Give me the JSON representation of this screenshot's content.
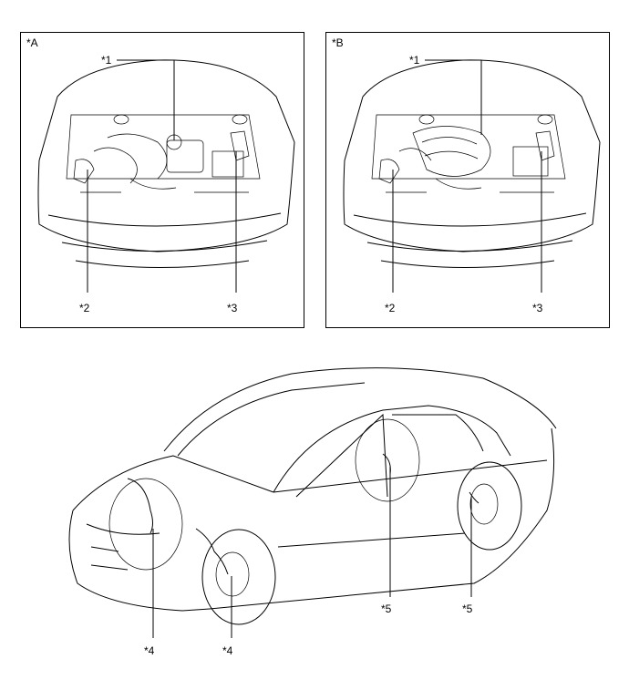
{
  "panels": [
    {
      "label": "*A",
      "callouts": [
        "*1",
        "*2",
        "*3"
      ]
    },
    {
      "label": "*B",
      "callouts": [
        "*1",
        "*2",
        "*3"
      ]
    }
  ],
  "vehicle": {
    "callouts": [
      "*4",
      "*4",
      "*5",
      "*5"
    ]
  }
}
